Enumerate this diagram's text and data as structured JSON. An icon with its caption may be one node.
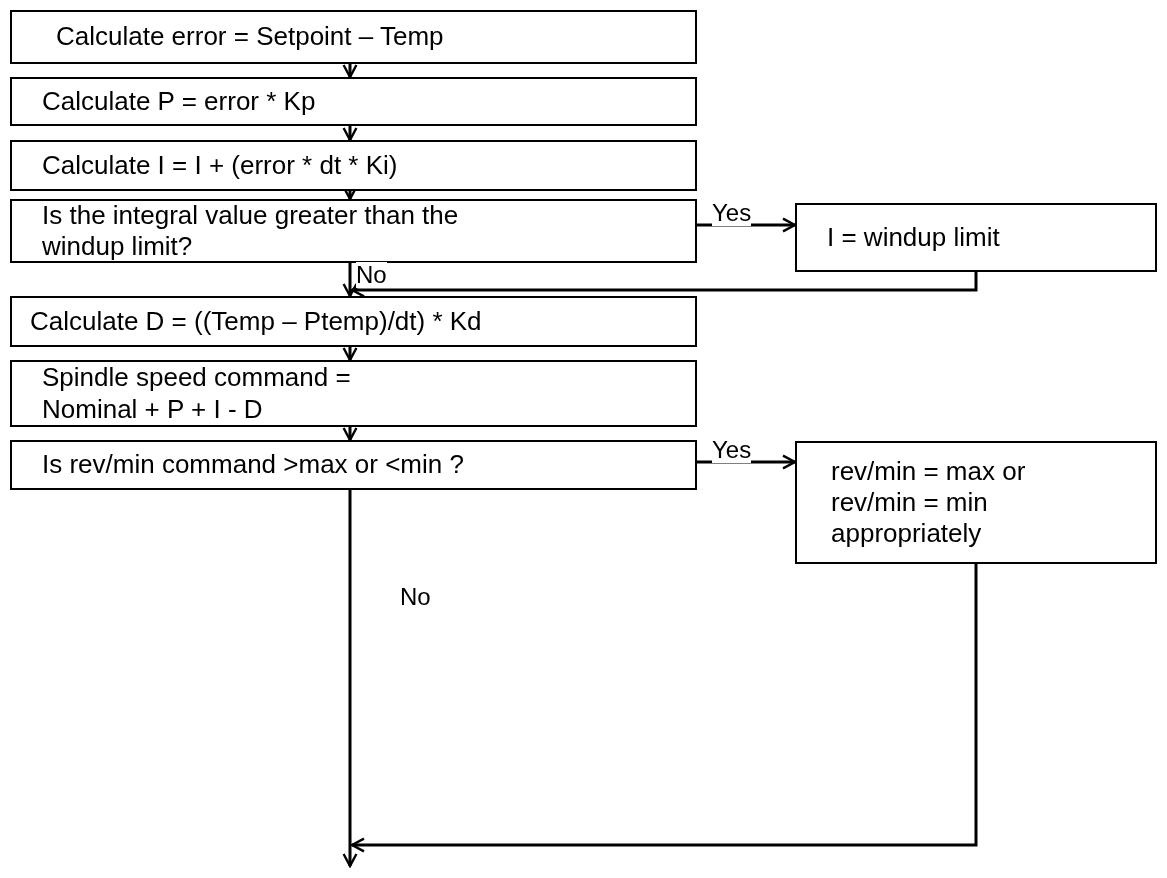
{
  "diagram": {
    "nodes": [
      {
        "text": [
          "Calculate error = Setpoint – Temp"
        ]
      },
      {
        "text": [
          "Calculate P = error * Kp"
        ]
      },
      {
        "text": [
          "Calculate I = I + (error * dt * Ki)"
        ]
      },
      {
        "text": [
          "Is the integral value greater than the windup limit?"
        ]
      },
      {
        "text": [
          "I = windup limit"
        ]
      },
      {
        "text": [
          "Calculate D = ((Temp – Ptemp)/dt) * Kd"
        ]
      },
      {
        "text": [
          "Spindle speed command = Nominal + P + I - D"
        ]
      },
      {
        "text": [
          "Is rev/min command >max or <min ?"
        ]
      },
      {
        "text": [
          "rev/min = max or rev/min = min appropriately"
        ]
      }
    ],
    "edges": [
      {
        "from": 0,
        "to": 1,
        "arrow": "to"
      },
      {
        "from": 1,
        "to": 2,
        "arrow": "to"
      },
      {
        "from": 2,
        "to": 3,
        "arrow": "to"
      },
      {
        "from": 3,
        "to": 4,
        "arrow": "to",
        "label": "Yes"
      },
      {
        "from": 3,
        "to": 5,
        "arrow": "to",
        "label": "No"
      },
      {
        "from": 4,
        "to": 5,
        "arrow": "to"
      },
      {
        "from": 5,
        "to": 6,
        "arrow": "to"
      },
      {
        "from": 6,
        "to": 7,
        "arrow": "to"
      },
      {
        "from": 7,
        "to": 8,
        "arrow": "to",
        "label": "Yes"
      },
      {
        "from": 7,
        "to": null,
        "arrow": "to",
        "label": "No"
      },
      {
        "from": 8,
        "to": null,
        "arrow": "to"
      }
    ]
  }
}
